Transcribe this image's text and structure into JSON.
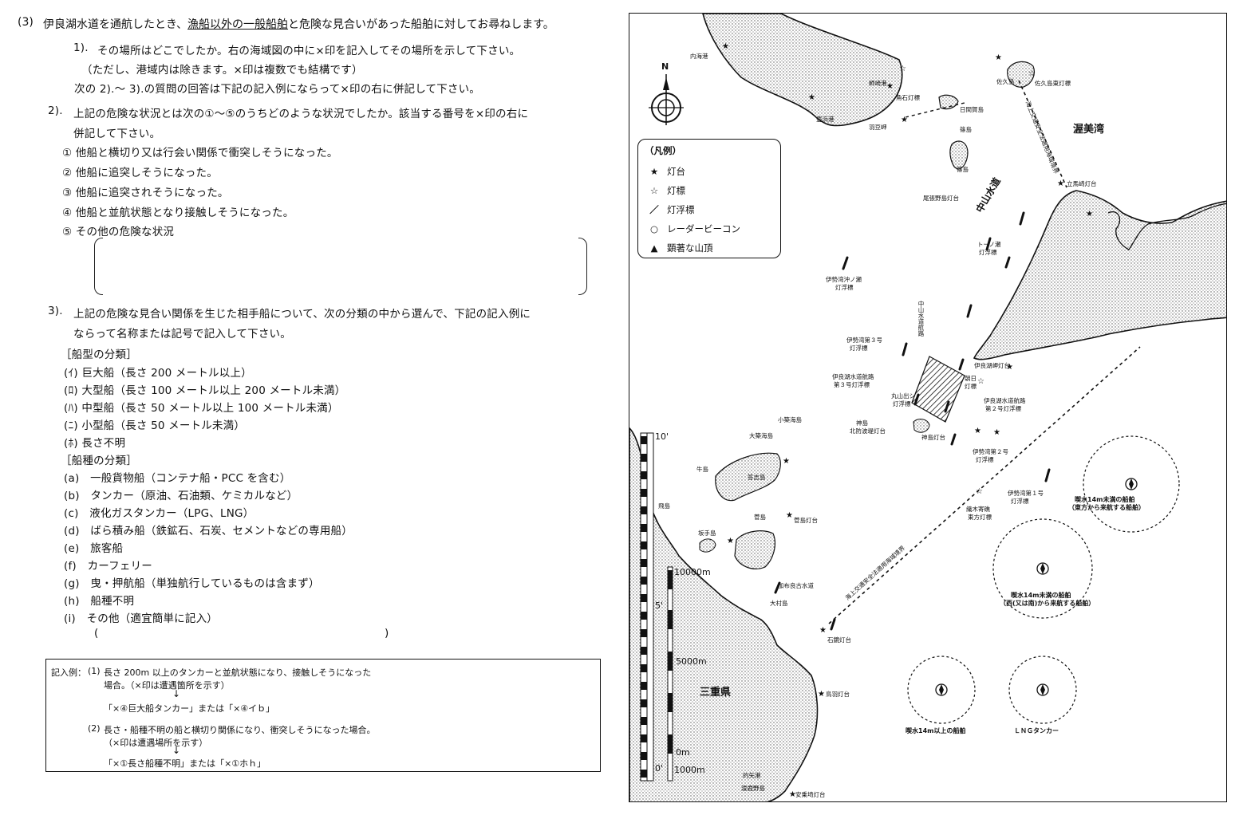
{
  "question": {
    "number": "(3)",
    "title_a": "伊良湖水道を通航したとき、",
    "title_u": "漁船以外の一般船舶",
    "title_b": "と危険な見合いがあった船舶に対してお尋ねします。"
  },
  "q1": {
    "label": "1).",
    "line1": "その場所はどこでしたか。右の海域図の中に×印を記入してその場所を示して下さい。",
    "line2": "（ただし、港域内は除きます。×印は複数でも結構です）",
    "line3": "次の 2).～ 3).の質問の回答は下記の記入例にならって×印の右に併記して下さい。"
  },
  "q2": {
    "label": "2).",
    "line1": "上記の危険な状況とは次の①～⑤のうちどのような状況でしたか。該当する番号を×印の右に",
    "line2": "併記して下さい。",
    "options": [
      "① 他船と横切り又は行会い関係で衝突しそうになった。",
      "② 他船に追突しそうになった。",
      "③ 他船に追突されそうになった。",
      "④ 他船と並航状態となり接触しそうになった。",
      "⑤ その他の危険な状況"
    ]
  },
  "q3": {
    "label": "3).",
    "line1": "上記の危険な見合い関係を生じた相手船について、次の分類の中から選んで、下記の記入例に",
    "line2": "ならって名称または記号で記入して下さい。",
    "type_header": "［船型の分類］",
    "types": [
      "(ｲ) 巨大船（長さ 200 メートル以上）",
      "(ﾛ) 大型船（長さ 100 メートル以上 200 メートル未満）",
      "(ﾊ) 中型船（長さ 50 メートル以上 100 メートル未満）",
      "(ﾆ) 小型船（長さ 50 メートル未満）",
      "(ﾎ) 長さ不明"
    ],
    "kind_header": "［船種の分類］",
    "kinds": [
      "(a)　一般貨物船（コンテナ船・PCC を含む）",
      "(b)　タンカー（原油、石油類、ケミカルなど）",
      "(c)　液化ガスタンカー（LPG、LNG）",
      "(d)　ばら積み船（鉄鉱石、石炭、セメントなどの専用船）",
      "(e)　旅客船",
      "(f)　カーフェリー",
      "(g)　曳・押航船（単独航行しているものは含まず）",
      "(h)　船種不明",
      "(i)　その他（適宜簡単に記入）"
    ],
    "paren_open": "(",
    "paren_close": ")"
  },
  "example": {
    "label": "記入例：",
    "ex1_num": "(1)",
    "ex1_line1": "長さ 200m 以上のタンカーと並航状態になり、接触しそうになった",
    "ex1_line2": "場合。（×印は遭遇箇所を示す）",
    "ex1_answer": "「×④巨大船タンカー」または「×④イｂ」",
    "ex2_num": "(2)",
    "ex2_line1": "長さ・船種不明の船と横切り関係になり、衝突しそうになった場合。",
    "ex2_line2": "（×印は遭遇場所を示す）",
    "ex2_answer": "「×①長さ船種不明」または「×①ホｈ」"
  },
  "map": {
    "north": "N",
    "legend_title": "（凡例）",
    "legend": [
      {
        "symbol": "★",
        "label": "灯台"
      },
      {
        "symbol": "☆",
        "label": "灯標"
      },
      {
        "symbol": "／",
        "label": "灯浮標"
      },
      {
        "symbol": "○",
        "label": "レーダービーコン"
      },
      {
        "symbol": "▲",
        "label": "顕著な山頂"
      }
    ],
    "big_labels": {
      "atsumi_bay": "渥美湾",
      "nakayama_channel": "中山水道",
      "mie": "三重県"
    },
    "places": {
      "uchiumi": "内海港",
      "morozaki": "師崎港",
      "kakuishi": "角石灯標",
      "hamazaki_port": "豊浜港",
      "hazu": "羽豆岬",
      "himaka": "日間賀島",
      "shinojima": "篠島",
      "shima2": "篠島",
      "sakushima": "佐久島",
      "sakushima_east": "佐久島東灯標",
      "tachima": "立馬崎灯台",
      "onizaki": "尾張野島灯台",
      "tonose": "トーノ瀬",
      "tonose2": "灯浮標",
      "isewan_oki": "伊勢湾沖ノ瀬",
      "isewan_oki2": "灯浮標",
      "isewan3": "伊勢湾第３号",
      "isewan3b": "灯浮標",
      "irago_3": "伊良湖水道航路",
      "irago_3b": "第３号灯浮標",
      "oyamakami": "丸山出シ",
      "oyamakami2": "灯浮標",
      "asahi": "朝日",
      "asahi2": "灯標",
      "iragomisaki": "伊良湖岬灯台",
      "irago_2": "伊良湖水道航路",
      "irago_2b": "第２号灯浮標",
      "kojima": "神島",
      "kojima_n": "北防波堤灯台",
      "kamishima_light": "神島灯台",
      "kosuga": "小築海島",
      "osuga": "大築海島",
      "isewan2": "伊勢湾第２号",
      "isewan2b": "灯浮標",
      "isewan1": "伊勢湾第１号",
      "isewan1b": "灯浮標",
      "kinai": "織木寄礁",
      "kinai2": "東方灯標",
      "toshi": "答志島",
      "ushijima": "牛島",
      "sugashima": "菅島",
      "sugashima_light": "菅島灯台",
      "sakate": "坂手島",
      "tobashima": "飛島",
      "kanrosaki": "加布良古水道",
      "omura": "大村島",
      "ishikagami": "石鏡灯台",
      "anorisaki": "安乗埼灯台",
      "matoya": "的矢港",
      "hamashima": "渡鹿野島",
      "toba_light": "鳥羽灯台",
      "nakayama_v": "中山水道航路",
      "traffic_route": "海上交通安全法適用海域境界"
    },
    "anchorage": [
      {
        "name": "喫水14m未満の船舶",
        "sub": "（東方から来航する船舶）"
      },
      {
        "name": "喫水14m未満の船舶",
        "sub": "（西(又は南)から来航する船舶）"
      },
      {
        "name": "喫水14m以上の船舶",
        "sub": ""
      },
      {
        "name": "ＬＮＧタンカー",
        "sub": ""
      }
    ],
    "scale": {
      "top": "10'",
      "mid": "5'",
      "bottom": "0'",
      "m10000": "10000m",
      "m5000": "5000m",
      "m0": "0m",
      "m1000": "1000m"
    }
  }
}
